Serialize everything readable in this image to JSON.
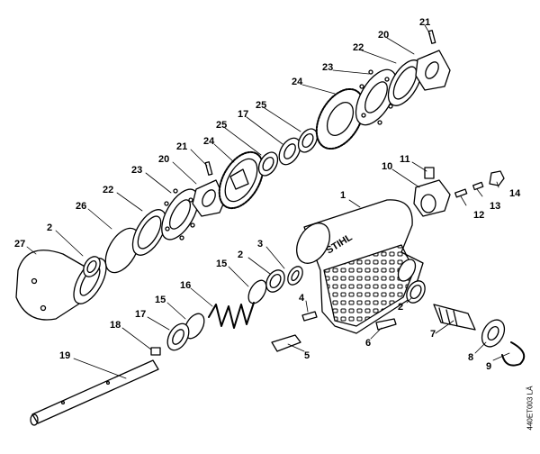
{
  "diagram": {
    "reference_code": "440ET003 LÄ",
    "part_numbers": {
      "p1": "1",
      "p2a": "2",
      "p2b": "2",
      "p2c": "2",
      "p3": "3",
      "p4": "4",
      "p5": "5",
      "p6": "6",
      "p7": "7",
      "p8": "8",
      "p9": "9",
      "p10": "10",
      "p11": "11",
      "p12": "12",
      "p13": "13",
      "p14": "14",
      "p15a": "15",
      "p15b": "15",
      "p16": "16",
      "p17a": "17",
      "p17b": "17",
      "p18": "18",
      "p19": "19",
      "p20a": "20",
      "p20b": "20",
      "p21a": "21",
      "p21b": "21",
      "p22a": "22",
      "p22b": "22",
      "p23a": "23",
      "p23b": "23",
      "p24a": "24",
      "p24b": "24",
      "p25a": "25",
      "p25b": "25",
      "p26": "26",
      "p27": "27"
    },
    "housing_logo": "STIHL"
  }
}
